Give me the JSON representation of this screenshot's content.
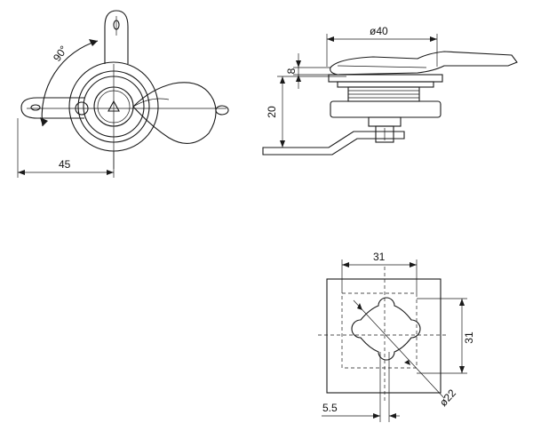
{
  "front_view": {
    "angle": "90°",
    "width": "45"
  },
  "side_view": {
    "diameter": "ø40",
    "thickness": "8",
    "height": "20"
  },
  "cutout": {
    "width": "31",
    "height": "31",
    "diameter": "ø22",
    "offset": "5.5"
  }
}
